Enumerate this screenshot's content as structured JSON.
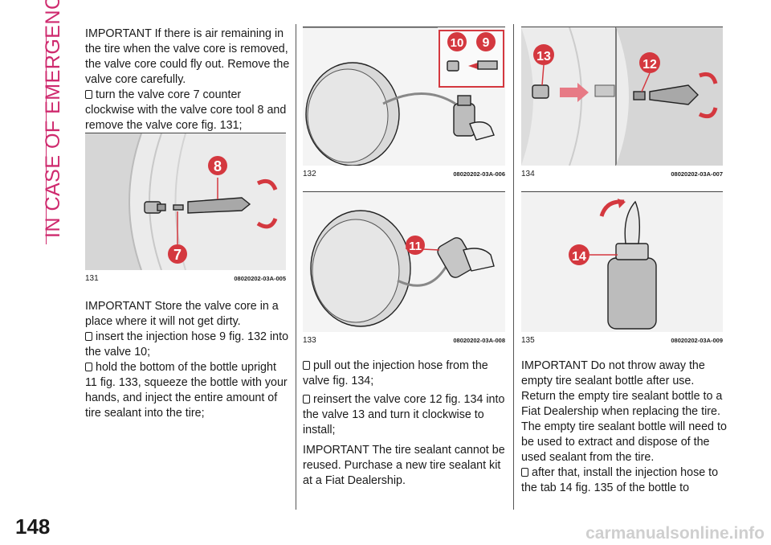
{
  "header": {
    "section_title": "IN CASE OF EMERGENCY"
  },
  "page_number": "148",
  "column1": {
    "important1": "IMPORTANT If there is air remaining in the tire when the valve core is removed, the valve core could fly out. Remove the valve core carefully.",
    "bullet1": "turn the valve core 7 counter clockwise with the valve core tool 8 and remove the valve core fig. 131;",
    "important2": "IMPORTANT Store the valve core in a place where it will not get dirty.",
    "bullet2": "insert the injection hose 9 fig. 132 into the valve 10;",
    "bullet3": "hold the bottom of the bottle upright 11 fig. 133, squeeze the bottle with your hands, and inject the entire amount of tire sealant into the tire;"
  },
  "column2": {
    "bullet1": "pull out the injection hose from the valve fig. 134;",
    "bullet2": "reinsert the valve core 12  fig. 134 into the valve 13 and turn it clockwise to install;",
    "important": "IMPORTANT The tire sealant cannot be reused. Purchase a new tire sealant kit at a Fiat Dealership."
  },
  "column3": {
    "important": "IMPORTANT Do not throw away the empty tire sealant bottle after use. Return the empty tire sealant bottle to a Fiat Dealership when replacing the tire. The empty tire sealant bottle will need to be used to extract and dispose of the used sealant from the tire.",
    "bullet1": "after that, install the injection hose to the tab 14 fig. 135 of the bottle to"
  },
  "figures": {
    "f131": {
      "number": "131",
      "code": "08020202-03A-005",
      "callouts": [
        "8",
        "7"
      ]
    },
    "f132": {
      "number": "132",
      "code": "08020202-03A-006",
      "callouts": [
        "10",
        "9"
      ]
    },
    "f133": {
      "number": "133",
      "code": "08020202-03A-008",
      "callouts": [
        "11"
      ]
    },
    "f134": {
      "number": "134",
      "code": "08020202-03A-007",
      "callouts": [
        "13",
        "12"
      ]
    },
    "f135": {
      "number": "135",
      "code": "08020202-03A-009",
      "callouts": [
        "14"
      ]
    }
  },
  "watermark": "carmanualsonline.info",
  "colors": {
    "accent": "#cf2a6e",
    "callout": "#d4383f"
  }
}
